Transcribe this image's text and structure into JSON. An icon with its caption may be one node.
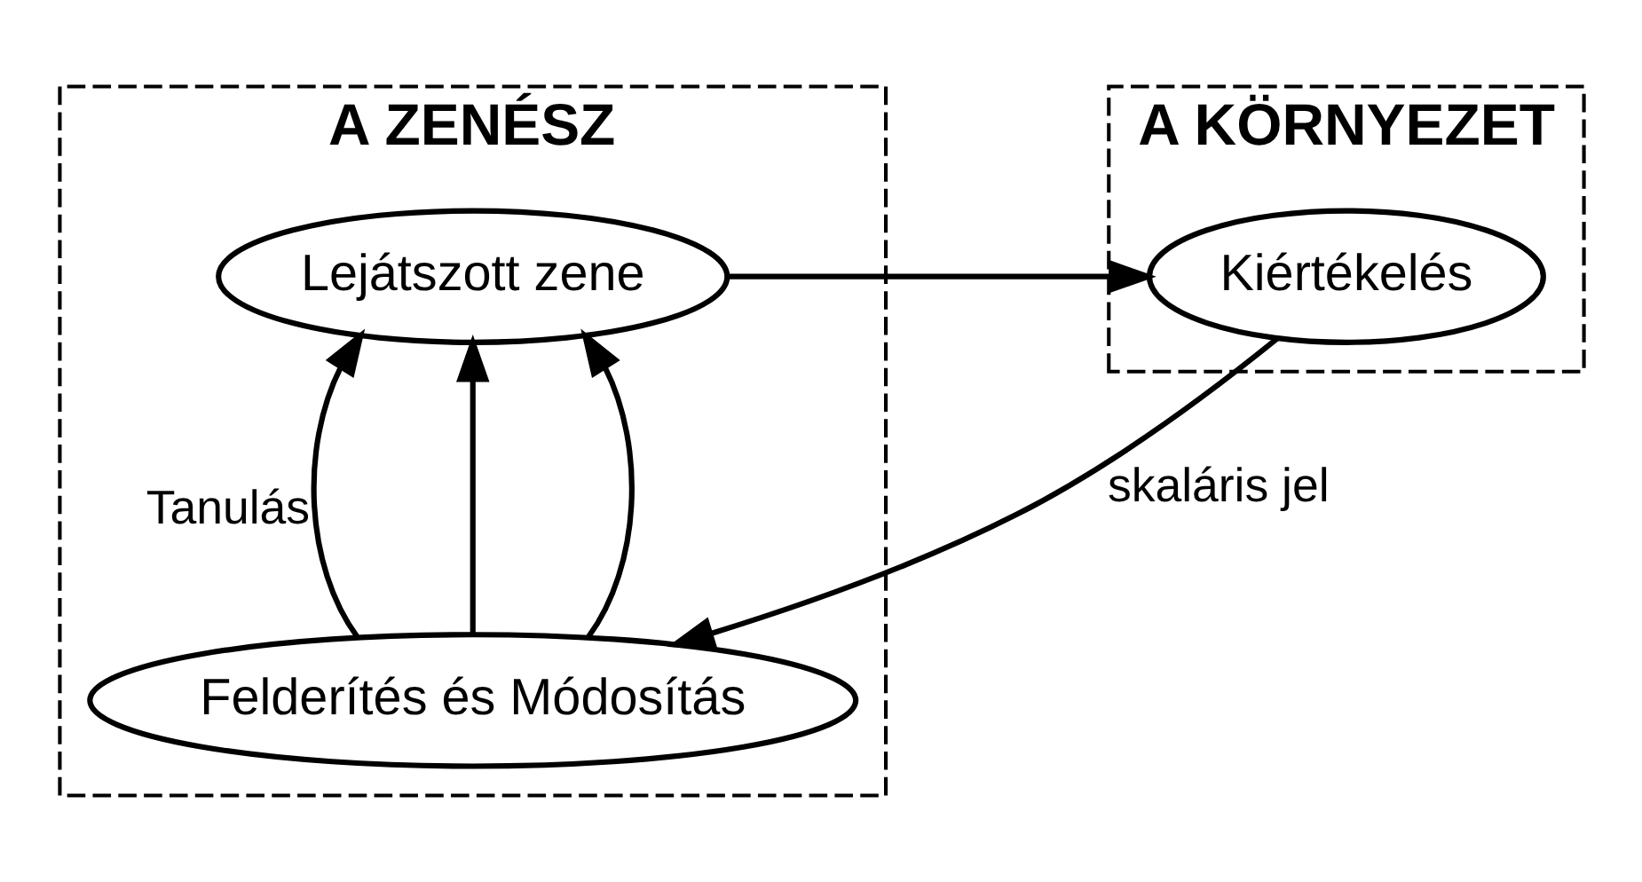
{
  "diagram": {
    "nodes": [
      {
        "text": [
          "A ZENÉSZ"
        ]
      },
      {
        "text": [
          "Lejátszott zene"
        ],
        "in": 0
      },
      {
        "text": [
          "Felderítés és Módosítás"
        ],
        "in": 0
      },
      {
        "text": [
          "A KÖRNYEZET"
        ]
      },
      {
        "text": [
          "Kiértékelés"
        ],
        "in": 3
      }
    ],
    "edges": [
      {
        "from": 1,
        "to": 4,
        "arrow": "to"
      },
      {
        "from": 2,
        "to": 1,
        "arrow": "to",
        "label": "Tanulás"
      },
      {
        "from": 2,
        "to": 1,
        "arrow": "to"
      },
      {
        "from": 2,
        "to": 1,
        "arrow": "to"
      },
      {
        "from": 4,
        "to": 2,
        "arrow": "to",
        "label": "skaláris jel"
      }
    ]
  }
}
